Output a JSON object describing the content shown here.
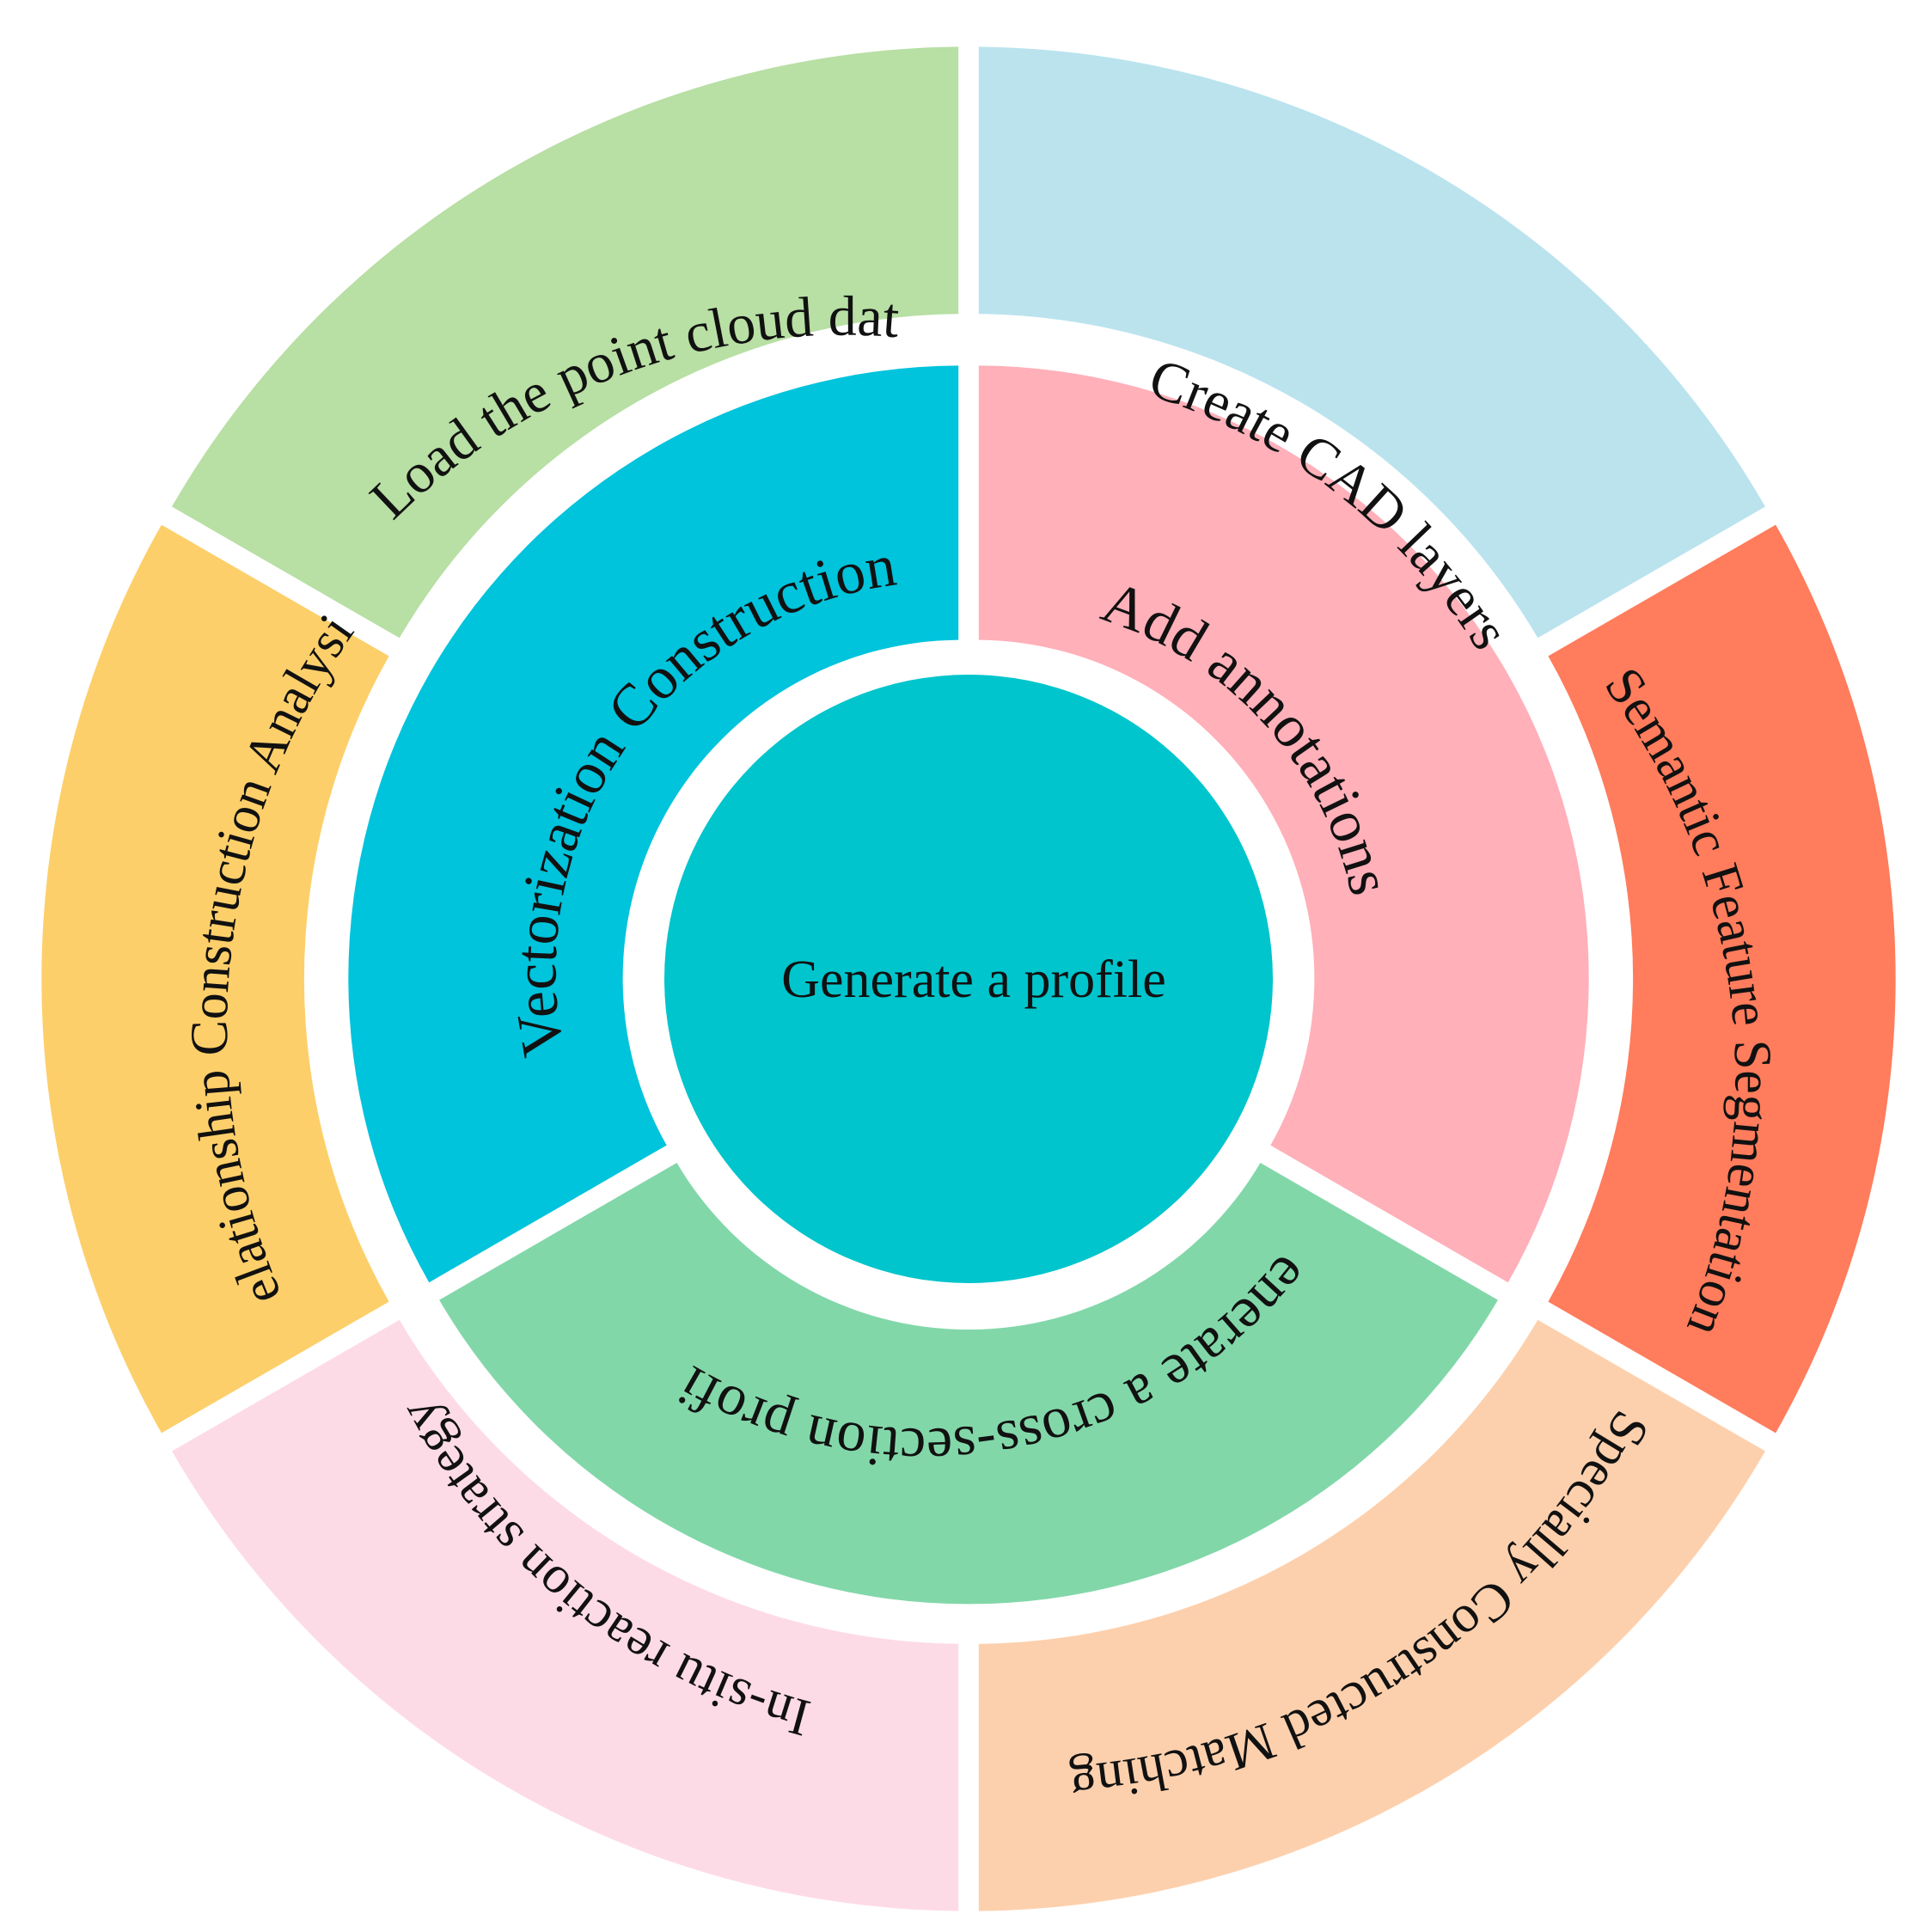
{
  "center": {
    "label": "Generate a profile",
    "color": "#00C5CC"
  },
  "inner_ring": [
    {
      "id": "vectorization-construction",
      "label": "Vectorization Construction",
      "color": "#00C3DC"
    },
    {
      "id": "add-annotations",
      "label": "Add annotations",
      "color": "#FFB0B9"
    },
    {
      "id": "generate-cross-section-profile",
      "label": "Generate a cross-section profile",
      "color": "#82D7A9"
    }
  ],
  "outer_ring": [
    {
      "id": "create-cad-layers",
      "label": "Create CAD layers",
      "color": "#BAE3EE"
    },
    {
      "id": "semantic-feature-segmentation",
      "label": "Semantic Feature Segmentation",
      "color": "#FF7C5C"
    },
    {
      "id": "specially-constructed-matching",
      "label": "Specially Constructed Matching",
      "color": "#FDD0AD"
    },
    {
      "id": "in-situ-reaction-strategy",
      "label": "In-situ reaction strategy",
      "color": "#FDDBE6"
    },
    {
      "id": "relationship-construction-analysis",
      "label": "Relationship Construction Analysis",
      "color": "#FDCF6A"
    },
    {
      "id": "load-point-cloud-data",
      "label": "Load the point cloud data",
      "color": "#B8DFA4"
    }
  ]
}
